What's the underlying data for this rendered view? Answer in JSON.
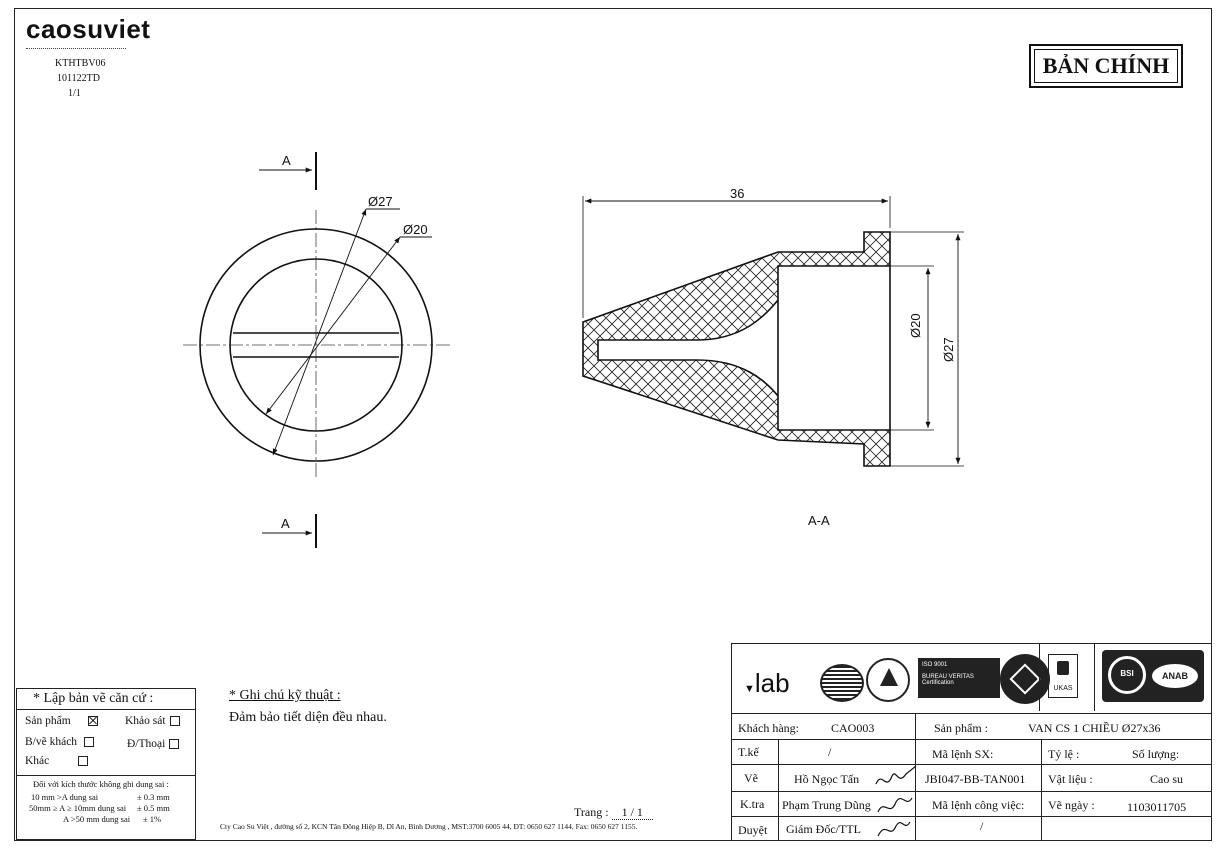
{
  "header": {
    "logo_text": "caosuviet",
    "doc_code": "KTHTBV06",
    "doc_date": "101122TD",
    "doc_page": "1/1",
    "stamp": "BẢN CHÍNH"
  },
  "drawing": {
    "section_marker": "A",
    "section_marker_bottom": "A",
    "dim_outer_front": "Ø27",
    "dim_inner_front": "Ø20",
    "dim_length": "36",
    "dim_inner_side": "Ø20",
    "dim_outer_side": "Ø27",
    "section_title": "A-A"
  },
  "basis": {
    "title": "* Lập bản vẽ căn cứ :",
    "product_label": "Sản phẩm",
    "product_checked": true,
    "survey_label": "Khảo sát",
    "customer_label": "B/vẽ khách",
    "phone_label": "Đ/Thoại",
    "other_label": "Khác",
    "tol_title": "Đối với kích thước không ghi dung sai :",
    "tol_1": "10 mm >A  dung sai",
    "tol_1v": "± 0.3 mm",
    "tol_2": "50mm ≥ A ≥ 10mm dung sai",
    "tol_2v": "± 0.5 mm",
    "tol_3": "A >50 mm dung sai",
    "tol_3v": "± 1%"
  },
  "notes": {
    "title": "* Ghi chú kỹ thuật :",
    "body": "Đảm bảo tiết diện đều nhau."
  },
  "footer": {
    "page_label": "Trang :",
    "page_value": "1 / 1",
    "company": "Cty Cao Su Việt , đường số 2, KCN Tân Đông Hiệp B, Dĩ An, Bình Dương , MST:3700 6005 44, ĐT: 0650 627 1144, Fax: 0650 627 1155."
  },
  "title_block": {
    "logo_lab": "lab",
    "cert_iso": "ISO 9001",
    "cert_bv": "BUREAU VERITAS",
    "cert_bv_sub": "Certification",
    "cert_ukas": "UKAS",
    "cert_bsi": "BSI",
    "cert_anab": "ANAB",
    "customer_label": "Khách hàng:",
    "customer_value": "CAO003",
    "product_label": "Sản phẩm   :",
    "product_value": "VAN CS 1 CHIỀU Ø27x36",
    "design_label": "T.kế",
    "design_value": "/",
    "order_label": "Mã lệnh SX:",
    "scale_label": "Tỷ lệ      :",
    "qty_label": "Số lượng:",
    "draw_label": "Vẽ",
    "draw_value": "Hồ Ngọc Tấn",
    "order_value": "JBI047-BB-TAN001",
    "material_label": "Vật liệu  :",
    "material_value": "Cao su",
    "check_label": "K.tra",
    "check_value": "Phạm Trung Dũng",
    "job_label": "Mã lệnh công việc:",
    "date_label": "Vẽ  ngày  :",
    "date_value": "1103011705",
    "approve_label": "Duyệt",
    "approve_value": "Giám Đốc/TTL",
    "job_value": "/"
  }
}
